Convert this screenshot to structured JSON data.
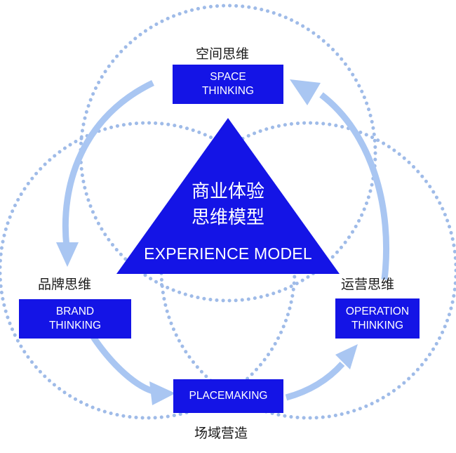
{
  "center": {
    "title_cn_line1": "商业体验",
    "title_cn_line2": "思维模型",
    "title_en": "EXPERIENCE MODEL"
  },
  "nodes": {
    "space": {
      "cn": "空间思维",
      "en_line1": "SPACE",
      "en_line2": "THINKING"
    },
    "brand": {
      "cn": "品牌思维",
      "en_line1": "BRAND",
      "en_line2": "THINKING"
    },
    "operation": {
      "cn": "运营思维",
      "en_line1": "OPERATION",
      "en_line2": "THINKING"
    },
    "placemaking": {
      "cn": "场域营造",
      "en": "PLACEMAKING"
    }
  },
  "colors": {
    "box_fill": "#1414e6",
    "triangle_fill": "#1414e6",
    "dotted_circle": "#9fbbe8",
    "arrow": "#a9c6f2"
  },
  "icons": [
    "arrow-space-to-brand-icon",
    "arrow-brand-to-placemaking-icon",
    "arrow-placemaking-to-operation-icon",
    "arrow-operation-to-space-icon"
  ]
}
